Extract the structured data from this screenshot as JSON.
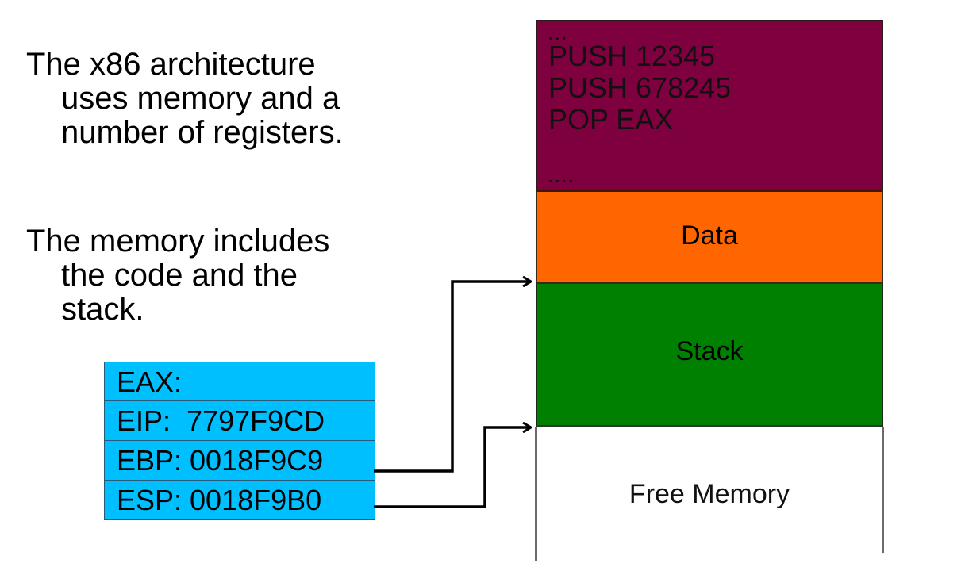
{
  "text": {
    "paragraph1": [
      "The x86 architecture",
      "uses memory and a",
      "number of registers."
    ],
    "paragraph2": [
      "The memory includes",
      "the code and the",
      "stack."
    ]
  },
  "memory": {
    "code": {
      "dots_top": "...",
      "lines": [
        "PUSH 12345",
        "PUSH 678245",
        "POP EAX"
      ],
      "dots_bottom": "....",
      "color": "#7f003f"
    },
    "data": {
      "label": "Data",
      "color": "#ff6600"
    },
    "stack": {
      "label": "Stack",
      "color": "#008000"
    },
    "free": {
      "label": "Free Memory",
      "color": "#ffffff"
    }
  },
  "registers": [
    {
      "name": "EAX",
      "text": "EAX:"
    },
    {
      "name": "EIP",
      "text": "EIP:  7797F9CD"
    },
    {
      "name": "EBP",
      "text": "EBP: 0018F9C9"
    },
    {
      "name": "ESP",
      "text": "ESP: 0018F9B0"
    }
  ],
  "register_color": "#00bfff",
  "pointers": [
    {
      "from": "EBP",
      "to": "stack-top"
    },
    {
      "from": "ESP",
      "to": "stack-bottom"
    }
  ]
}
